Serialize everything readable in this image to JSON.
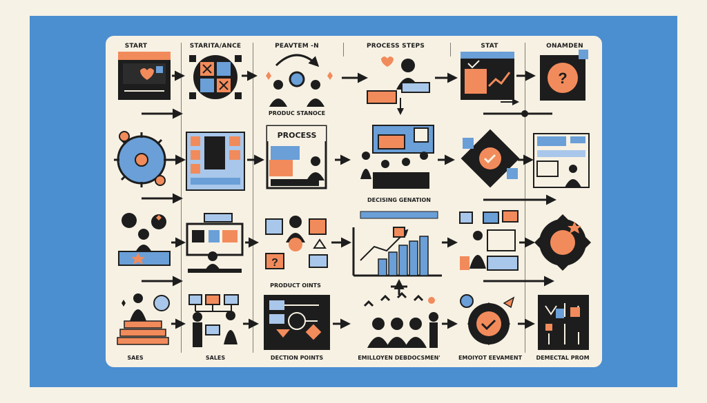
{
  "headers": [
    "START",
    "STARITA/ANCE",
    "PEAVTEM -N",
    "PROCESS STEPS",
    "STAT",
    "ONAMDEN"
  ],
  "captions": {
    "product_stance": "PRODUC STANOCE",
    "process_box": "PROCESS",
    "deciding_generation": "DECISING GENATION",
    "product_points": "PRODUCT OINTS",
    "sales_1": "SAES",
    "sales_2": "SALES",
    "decision_points": "DECTION POINTS",
    "employee_development": "EMILLOYEN DEBDOCSMEN'",
    "employee_evaluation": "EMOIYOT EEVAMENT",
    "demental_prom": "DEMECTAL PROM"
  },
  "colors": {
    "frame_blue": "#4b8fd0",
    "panel_cream": "#f7f1e3",
    "ink": "#1d1d1d",
    "accent_orange": "#f28b5b",
    "accent_blue": "#6a9fd8",
    "light_blue": "#a9c7ea"
  }
}
